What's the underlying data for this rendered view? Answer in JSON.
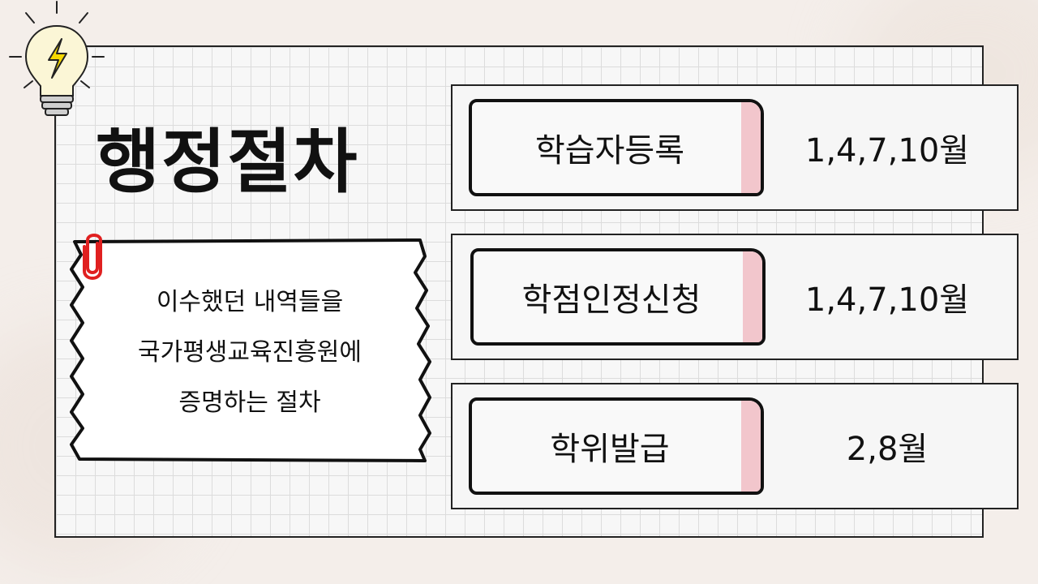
{
  "title": "행정절차",
  "note": {
    "lines": [
      "이수했던 내역들을",
      "국가평생교육진흥원에",
      "증명하는 절차"
    ]
  },
  "rows": [
    {
      "label": "학습자등록",
      "value": "1,4,7,10월"
    },
    {
      "label": "학점인정신청",
      "value": "1,4,7,10월"
    },
    {
      "label": "학위발급",
      "value": "2,8월"
    }
  ],
  "colors": {
    "accent_pink": "#f2c6cc",
    "bulb_bolt": "#f5d800",
    "clip_red": "#e02020"
  }
}
